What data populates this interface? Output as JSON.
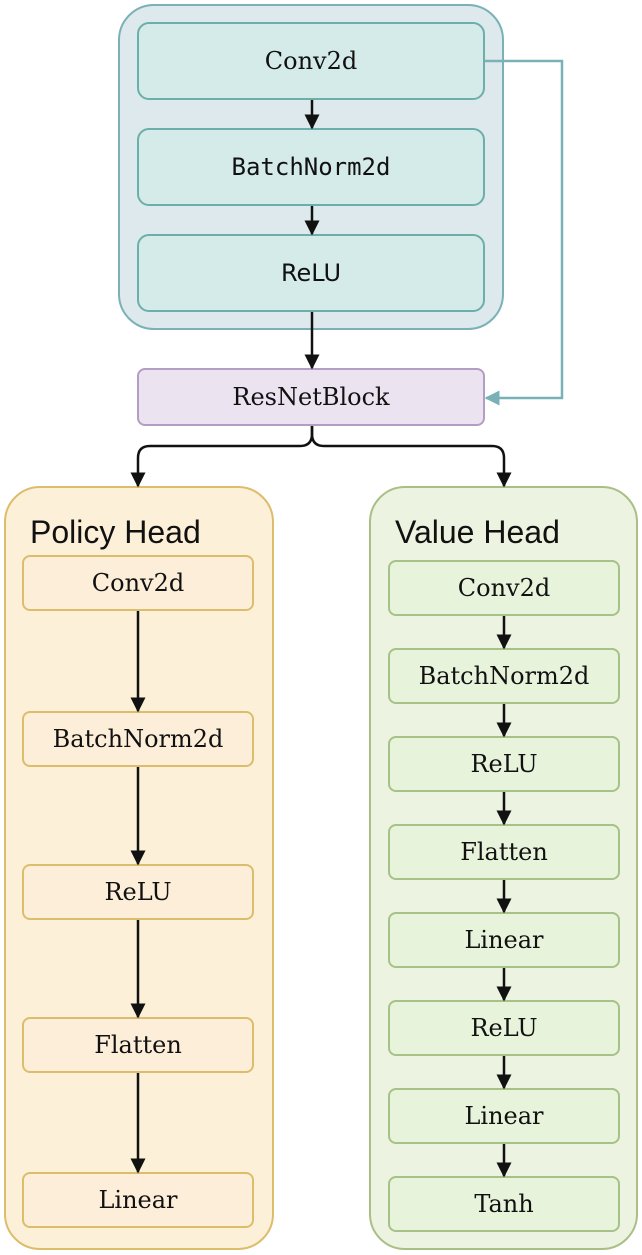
{
  "diagram": {
    "resnet_block_group": {
      "conv": "Conv2d",
      "batchnorm": "BatchNorm2d",
      "relu": "ReLU"
    },
    "resnet_block": "ResNetBlock",
    "policy_head": {
      "title": "Policy Head",
      "layers": [
        "Conv2d",
        "BatchNorm2d",
        "ReLU",
        "Flatten",
        "Linear"
      ]
    },
    "value_head": {
      "title": "Value Head",
      "layers": [
        "Conv2d",
        "BatchNorm2d",
        "ReLU",
        "Flatten",
        "Linear",
        "ReLU",
        "Linear",
        "Tanh"
      ]
    },
    "colors": {
      "resblock_fill": "#dde9ec",
      "resblock_border": "#79b1b7",
      "skip_connection": "#79b1b7",
      "resnetblock_fill": "#ece3f0",
      "policy_fill": "#fdf0d9",
      "policy_border": "#dcbd6c",
      "value_fill": "#ecf3e0",
      "value_border": "#a9bf86",
      "arrow": "#111111"
    }
  }
}
